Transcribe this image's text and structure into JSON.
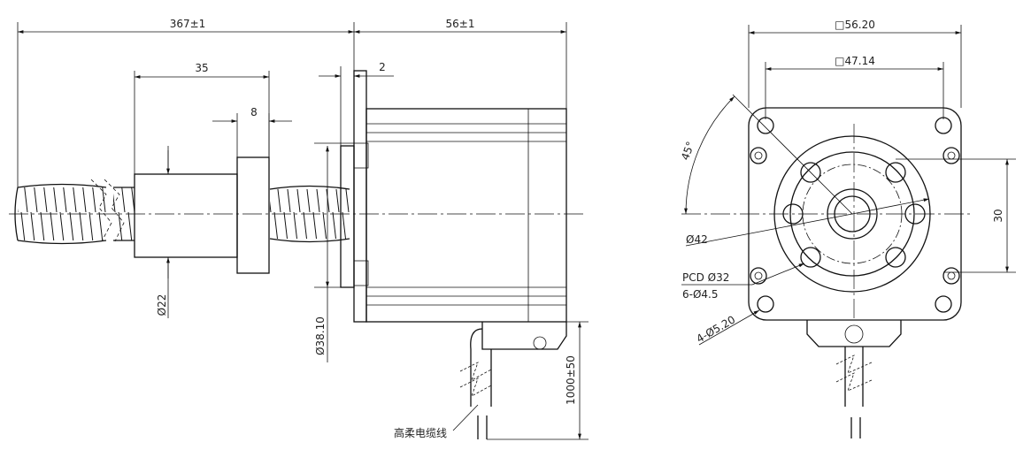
{
  "side_view": {
    "total_length": "367±1",
    "motor_length": "56±1",
    "nut_length": "35",
    "flange_length": "8",
    "face_gap": "2",
    "nut_diameter": "Ø22",
    "pilot_diameter": "Ø38.10",
    "cable_length": "1000±50",
    "cable_label": "高柔电缆线"
  },
  "front_view": {
    "frame_size": "□56.20",
    "hole_spacing": "□47.14",
    "angle": "45°",
    "nut_flange_diameter": "Ø42",
    "pcd": "PCD Ø32",
    "nut_holes": "6-Ø4.5",
    "mount_holes": "4-Ø5.20",
    "height_dim": "30"
  }
}
